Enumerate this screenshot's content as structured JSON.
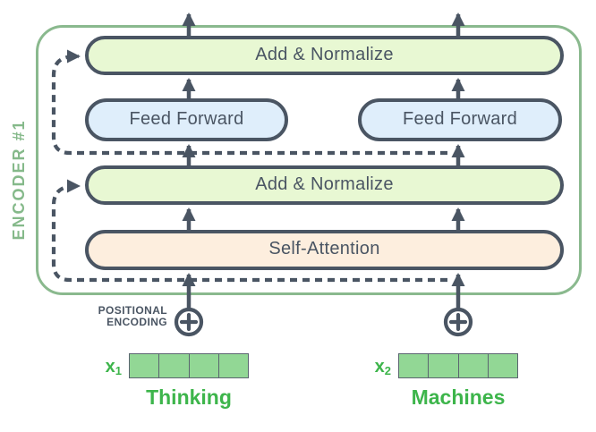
{
  "diagram": {
    "encoder_label": "ENCODER #1",
    "layers": {
      "add_normalize_top": "Add & Normalize",
      "feed_forward_left": "Feed Forward",
      "feed_forward_right": "Feed Forward",
      "add_normalize_mid": "Add & Normalize",
      "self_attention": "Self-Attention"
    },
    "positional_encoding": {
      "line1": "POSITIONAL",
      "line2": "ENCODING"
    },
    "inputs": [
      {
        "var": "x",
        "sub": "1",
        "word": "Thinking",
        "cells": 4
      },
      {
        "var": "x",
        "sub": "2",
        "word": "Machines",
        "cells": 4
      }
    ],
    "colors": {
      "outline_green": "#8ab98e",
      "encoder_text_green": "#85b98a",
      "slate": "#4a5563",
      "layer_green_fill": "#e8f8d3",
      "layer_blue_fill": "#dfeefb",
      "layer_peach_fill": "#fdeede",
      "vector_cell_green": "#92d795",
      "bright_green": "#3db54b"
    }
  }
}
